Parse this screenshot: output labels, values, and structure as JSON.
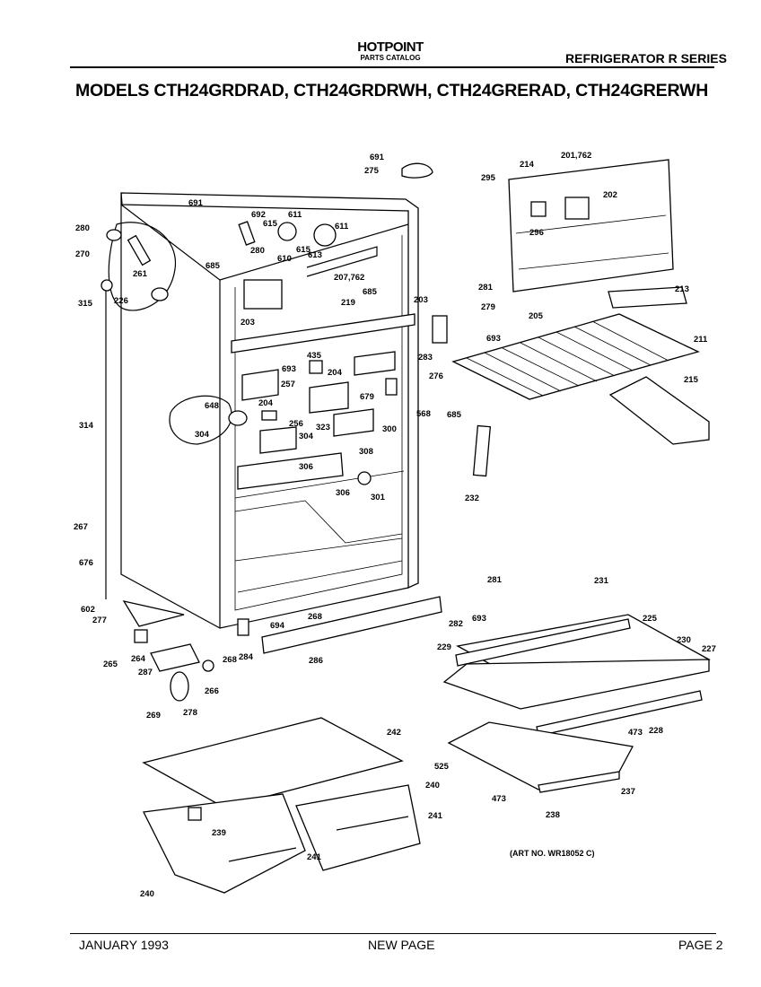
{
  "header": {
    "brand": "HOTPOINT",
    "brand_sub": "PARTS CATALOG",
    "series": "REFRIGERATOR R SERIES",
    "models": "MODELS CTH24GRDRAD, CTH24GRDRWH, CTH24GRERAD, CTH24GRERWH"
  },
  "art_no": "(ART NO. WR18052 C)",
  "footer": {
    "date": "JANUARY 1993",
    "note": "NEW PAGE",
    "page": "PAGE 2"
  },
  "part_labels": [
    {
      "id": "691a",
      "text": "691"
    },
    {
      "id": "275",
      "text": "275"
    },
    {
      "id": "214",
      "text": "214"
    },
    {
      "id": "201_762",
      "text": "201,762"
    },
    {
      "id": "295",
      "text": "295"
    },
    {
      "id": "202",
      "text": "202"
    },
    {
      "id": "296",
      "text": "296"
    },
    {
      "id": "691b",
      "text": "691"
    },
    {
      "id": "692",
      "text": "692"
    },
    {
      "id": "611a",
      "text": "611"
    },
    {
      "id": "611b",
      "text": "611"
    },
    {
      "id": "615a",
      "text": "615"
    },
    {
      "id": "615b",
      "text": "615"
    },
    {
      "id": "280a",
      "text": "280"
    },
    {
      "id": "280b",
      "text": "280"
    },
    {
      "id": "270",
      "text": "270"
    },
    {
      "id": "261",
      "text": "261"
    },
    {
      "id": "610",
      "text": "610"
    },
    {
      "id": "613",
      "text": "613"
    },
    {
      "id": "685a",
      "text": "685"
    },
    {
      "id": "207_762",
      "text": "207,762"
    },
    {
      "id": "685b",
      "text": "685"
    },
    {
      "id": "315",
      "text": "315"
    },
    {
      "id": "226",
      "text": "226"
    },
    {
      "id": "281a",
      "text": "281"
    },
    {
      "id": "213",
      "text": "213"
    },
    {
      "id": "219",
      "text": "219"
    },
    {
      "id": "203a",
      "text": "203"
    },
    {
      "id": "279",
      "text": "279"
    },
    {
      "id": "203b",
      "text": "203"
    },
    {
      "id": "205",
      "text": "205"
    },
    {
      "id": "693a",
      "text": "693"
    },
    {
      "id": "211",
      "text": "211"
    },
    {
      "id": "435",
      "text": "435"
    },
    {
      "id": "283",
      "text": "283"
    },
    {
      "id": "693b",
      "text": "693"
    },
    {
      "id": "204a",
      "text": "204"
    },
    {
      "id": "276",
      "text": "276"
    },
    {
      "id": "215",
      "text": "215"
    },
    {
      "id": "257",
      "text": "257"
    },
    {
      "id": "204b",
      "text": "204"
    },
    {
      "id": "679",
      "text": "679"
    },
    {
      "id": "648",
      "text": "648"
    },
    {
      "id": "568",
      "text": "568"
    },
    {
      "id": "314",
      "text": "314"
    },
    {
      "id": "304a",
      "text": "304"
    },
    {
      "id": "256",
      "text": "256"
    },
    {
      "id": "323",
      "text": "323"
    },
    {
      "id": "300",
      "text": "300"
    },
    {
      "id": "685c",
      "text": "685"
    },
    {
      "id": "304b",
      "text": "304"
    },
    {
      "id": "308",
      "text": "308"
    },
    {
      "id": "306a",
      "text": "306"
    },
    {
      "id": "306b",
      "text": "306"
    },
    {
      "id": "301",
      "text": "301"
    },
    {
      "id": "232",
      "text": "232"
    },
    {
      "id": "267",
      "text": "267"
    },
    {
      "id": "676",
      "text": "676"
    },
    {
      "id": "281b",
      "text": "281"
    },
    {
      "id": "231",
      "text": "231"
    },
    {
      "id": "602",
      "text": "602"
    },
    {
      "id": "277",
      "text": "277"
    },
    {
      "id": "694",
      "text": "694"
    },
    {
      "id": "268a",
      "text": "268"
    },
    {
      "id": "282",
      "text": "282"
    },
    {
      "id": "693c",
      "text": "693"
    },
    {
      "id": "225",
      "text": "225"
    },
    {
      "id": "230",
      "text": "230"
    },
    {
      "id": "227",
      "text": "227"
    },
    {
      "id": "229",
      "text": "229"
    },
    {
      "id": "265",
      "text": "265"
    },
    {
      "id": "264",
      "text": "264"
    },
    {
      "id": "284",
      "text": "284"
    },
    {
      "id": "286",
      "text": "286"
    },
    {
      "id": "287",
      "text": "287"
    },
    {
      "id": "268b",
      "text": "268"
    },
    {
      "id": "266",
      "text": "266"
    },
    {
      "id": "269",
      "text": "269"
    },
    {
      "id": "278",
      "text": "278"
    },
    {
      "id": "228",
      "text": "228"
    },
    {
      "id": "473a",
      "text": "473"
    },
    {
      "id": "242",
      "text": "242"
    },
    {
      "id": "525",
      "text": "525"
    },
    {
      "id": "240a",
      "text": "240"
    },
    {
      "id": "237",
      "text": "237"
    },
    {
      "id": "473b",
      "text": "473"
    },
    {
      "id": "241a",
      "text": "241"
    },
    {
      "id": "238",
      "text": "238"
    },
    {
      "id": "239",
      "text": "239"
    },
    {
      "id": "241b",
      "text": "241"
    },
    {
      "id": "240b",
      "text": "240"
    }
  ]
}
